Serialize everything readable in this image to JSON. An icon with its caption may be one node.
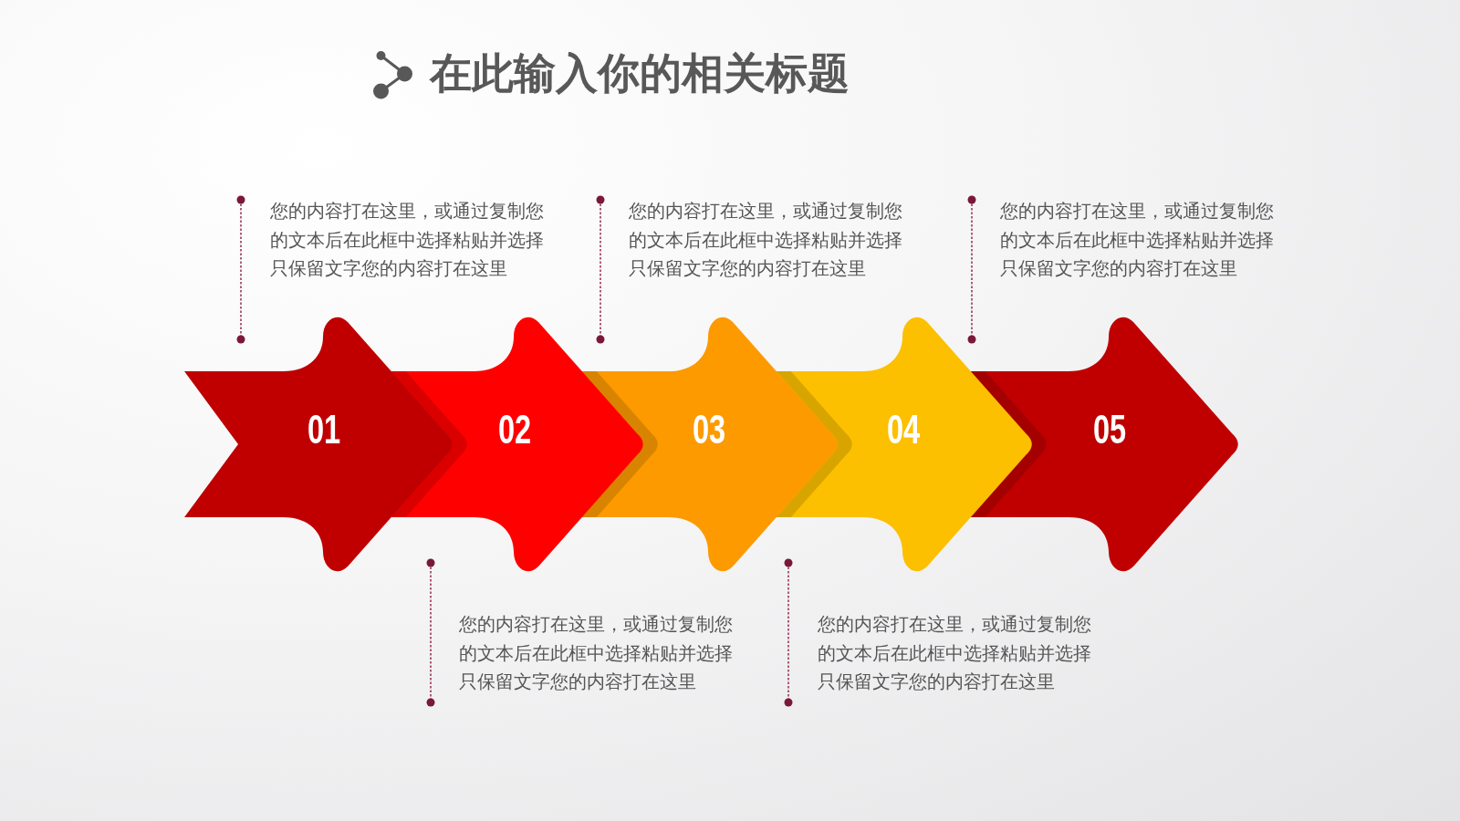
{
  "diagram": {
    "title": "在此输入你的相关标题",
    "nodes": [
      {
        "text": [
          "01"
        ],
        "beside": [
          "您的内容打在这里，或通过复制您的文本后在此框中选择粘贴并选择只保留文字您的内容打在这里"
        ]
      },
      {
        "text": [
          "02"
        ],
        "beside": [
          "您的内容打在这里，或通过复制您的文本后在此框中选择粘贴并选择只保留文字您的内容打在这里"
        ]
      },
      {
        "text": [
          "03"
        ],
        "beside": [
          "您的内容打在这里，或通过复制您的文本后在此框中选择粘贴并选择只保留文字您的内容打在这里"
        ]
      },
      {
        "text": [
          "04"
        ],
        "beside": [
          "您的内容打在这里，或通过复制您的文本后在此框中选择粘贴并选择只保留文字您的内容打在这里"
        ]
      },
      {
        "text": [
          "05"
        ],
        "beside": [
          "您的内容打在这里，或通过复制您的文本后在此框中选择粘贴并选择只保留文字您的内容打在这里"
        ]
      }
    ]
  }
}
